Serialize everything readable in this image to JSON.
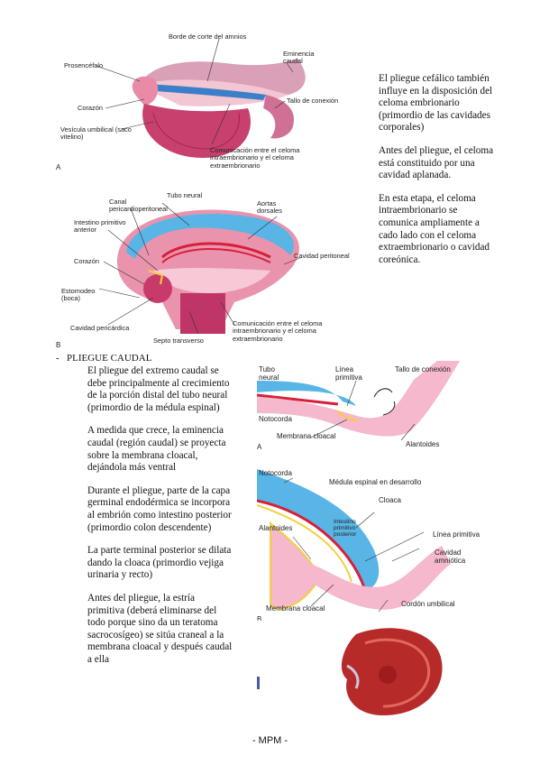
{
  "figure_a": {
    "letter": "A",
    "labels": {
      "amnios": "Borde de corte del amnios",
      "eminencia": "Eminencia caudal",
      "prosencefalo": "Prosencéfalo",
      "tallo": "Tallo de conexión",
      "corazon": "Corazón",
      "vesicula": "Vesícula umbilical (saco vitelino)",
      "comunicacion": "Comunicación entre el celoma intraembrionario y el celoma extraembrionario"
    }
  },
  "figure_b": {
    "letter": "B",
    "labels": {
      "tubo": "Tubo neural",
      "canal": "Canal pericardioperitoneal",
      "intestino": "Intestino primitivo anterior",
      "aortas": "Aortas dorsales",
      "cavidad_peritoneal": "Cavidad peritoneal",
      "corazon": "Corazón",
      "estomodeo": "Estomodeo (boca)",
      "cavidad_pericardica": "Cavidad pericárdica",
      "septo": "Septo transverso",
      "comunicacion": "Comunicación entre el celoma intraembrionario y el celoma extraembrionario"
    }
  },
  "right_text": [
    "El pliegue cefálico también influye en la disposición del celoma embrionario (primordio de las cavidades corporales)",
    "Antes del pliegue, el celoma está constituido por una cavidad aplanada.",
    "En esta etapa, el celoma intraembrionario se comunica ampliamente a cado lado con el celoma extraembrionario o cavidad coreónica."
  ],
  "section": {
    "bullet": "-",
    "heading": "PLIEGUE CAUDAL",
    "paragraphs": [
      "El pliegue del extremo caudal se debe principalmente al crecimiento de la porción distal del tubo neural (primordio de la médula espinal)",
      "A medida que crece, la eminencia caudal (región caudal) se proyecta sobre la membrana cloacal, dejándola más ventral",
      "Durante el pliegue, parte de la capa germinal endodérmica se incorpora al embrión como intestino posterior (primordio colon descendente)",
      "La parte terminal posterior se dilata dando la cloaca (primordio vejiga urinaria y recto)",
      "Antes del pliegue, la estría primitiva (deberá eliminarse del todo porque sino da un teratoma sacrocosígeo) se sitúa craneal a la membrana cloacal y después caudal a ella"
    ]
  },
  "figure_c": {
    "letter": "A",
    "labels": {
      "tubo": "Tubo neural",
      "linea": "Línea primitiva",
      "tallo": "Tallo de conexión",
      "notocorda": "Notocorda",
      "membrana": "Membrana cloacal",
      "alantoides": "Alantoides"
    }
  },
  "figure_d": {
    "letter": "B",
    "labels": {
      "notocorda": "Notocorda",
      "medula": "Médula espinal en desarrollo",
      "cloaca": "Cloaca",
      "alantoides": "Alantoides",
      "intestino": "Intestino primitivo posterior",
      "linea": "Línea primitiva",
      "cavidad": "Cavidad amniótica",
      "membrana": "Membrana cloacal",
      "cordon": "Cordón umbilical"
    }
  },
  "footer": "- MPM -"
}
